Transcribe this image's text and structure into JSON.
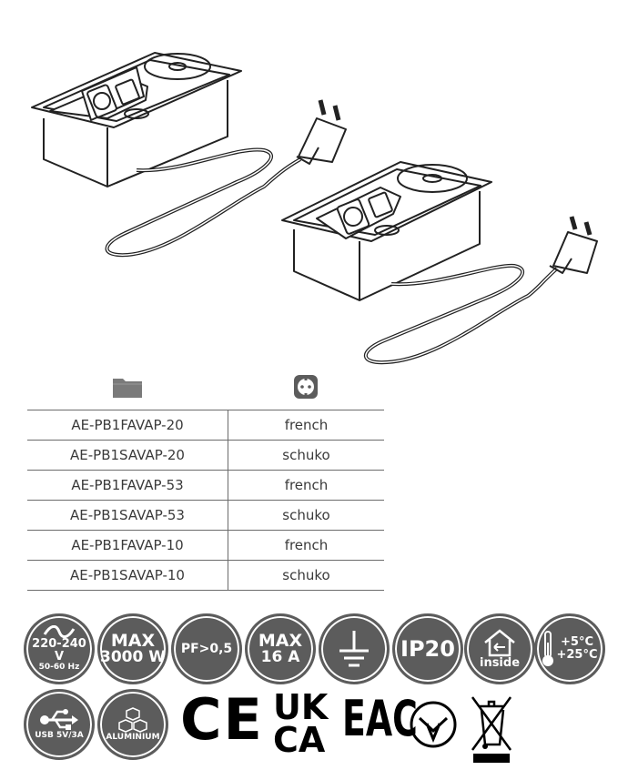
{
  "table": {
    "column_icons": [
      "folder-icon",
      "socket-icon"
    ],
    "rows": [
      {
        "code": "AE-PB1FAVAP-20",
        "type": "french"
      },
      {
        "code": "AE-PB1SAVAP-20",
        "type": "schuko"
      },
      {
        "code": "AE-PB1FAVAP-53",
        "type": "french"
      },
      {
        "code": "AE-PB1SAVAP-53",
        "type": "schuko"
      },
      {
        "code": "AE-PB1FAVAP-10",
        "type": "french"
      },
      {
        "code": "AE-PB1SAVAP-10",
        "type": "schuko"
      }
    ]
  },
  "badges": {
    "voltage": {
      "line1": "220-240 V",
      "line2": "50-60 Hz",
      "icon": "ac-wave-icon"
    },
    "power": {
      "line1": "MAX",
      "line2": "3000 W"
    },
    "power_factor": {
      "text": "PF>0,5"
    },
    "current": {
      "line1": "MAX",
      "line2": "16 A"
    },
    "earth": {
      "icon": "ground-icon"
    },
    "ip": {
      "text": "IP20"
    },
    "indoor": {
      "text": "inside",
      "icon": "house-icon"
    },
    "temperature": {
      "line1": "+5°C",
      "line2": "+25°C",
      "icon": "thermometer-icon"
    },
    "usb": {
      "text": "USB 5V/3A",
      "icon": "usb-icon"
    },
    "material": {
      "text": "ALUMINIUM",
      "icon": "cubes-icon"
    }
  },
  "certifications": {
    "ce": "CE",
    "ukca_top": "UK",
    "ukca_bottom": "CA",
    "eac": "EAC",
    "ua_mark": "ukrainian-conformity-icon",
    "weee": "crossed-bin-icon"
  },
  "colors": {
    "badge": "#5c5c5c",
    "table_line": "#6b6b6b",
    "folder": "#7a7a7a"
  }
}
